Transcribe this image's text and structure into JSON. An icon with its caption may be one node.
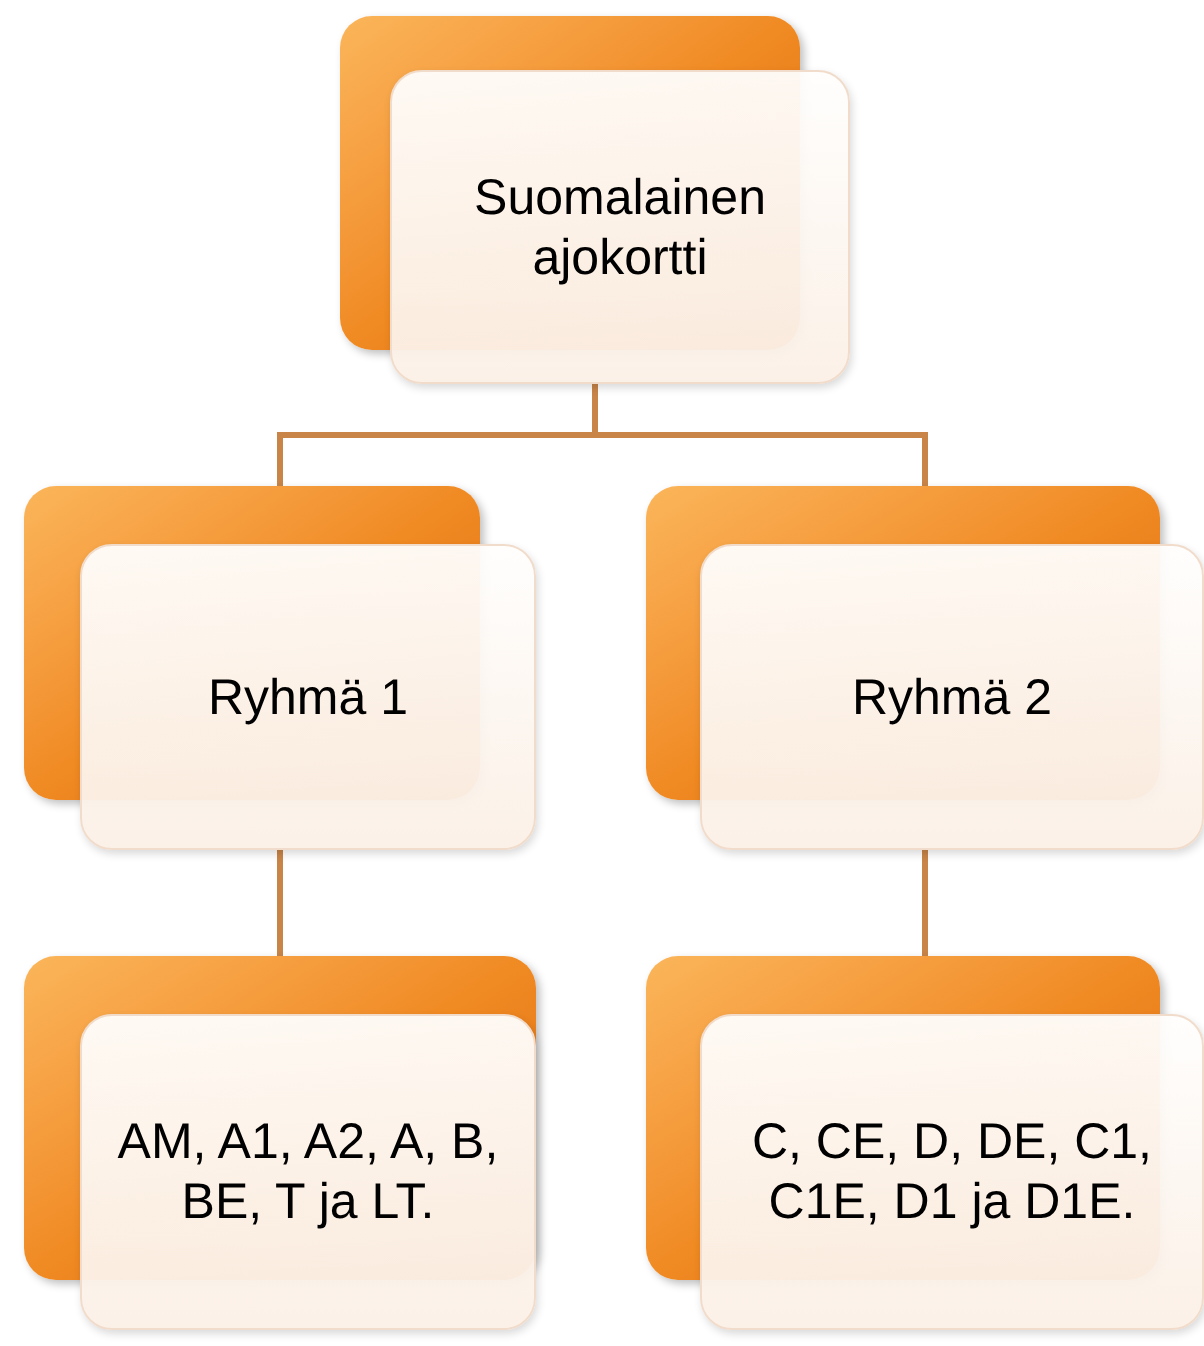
{
  "diagram": {
    "nodes": [
      {
        "text": [
          "Suomalainen ajokortti"
        ]
      },
      {
        "text": [
          "Ryhmä 1"
        ]
      },
      {
        "text": [
          "Ryhmä 2"
        ]
      },
      {
        "text": [
          "AM, A1, A2, A, B, BE, T ja LT."
        ]
      },
      {
        "text": [
          "C, CE, D, DE, C1, C1E, D1 ja D1E."
        ]
      }
    ],
    "edges": [
      {
        "from": 0,
        "to": 1,
        "arrow": "none"
      },
      {
        "from": 0,
        "to": 2,
        "arrow": "none"
      },
      {
        "from": 1,
        "to": 3,
        "arrow": "none"
      },
      {
        "from": 2,
        "to": 4,
        "arrow": "none"
      }
    ]
  }
}
